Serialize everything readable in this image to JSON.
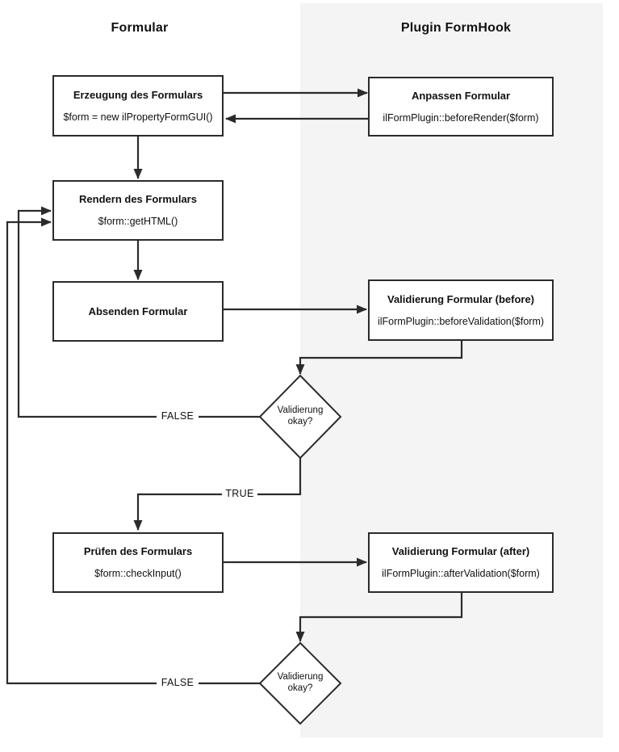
{
  "diagram": {
    "headers": {
      "left": "Formular",
      "right": "Plugin FormHook"
    },
    "colors": {
      "lane_panel": "#f4f4f4",
      "line": "#2b2b2b",
      "node_bg": "#ffffff",
      "text": "#111111"
    },
    "nodes": [
      {
        "id": "create",
        "title": "Erzeugung des Formulars",
        "code": "$form = new ilPropertyFormGUI()"
      },
      {
        "id": "adjust",
        "title": "Anpassen Formular",
        "code": "ilFormPlugin::beforeRender($form)"
      },
      {
        "id": "render",
        "title": "Rendern des Formulars",
        "code": "$form::getHTML()"
      },
      {
        "id": "submit",
        "title": "Absenden Formular",
        "code": ""
      },
      {
        "id": "validate_before",
        "title": "Validierung Formular (before)",
        "code": "ilFormPlugin::beforeValidation($form)"
      },
      {
        "id": "check",
        "title": "Prüfen des Formulars",
        "code": "$form::checkInput()"
      },
      {
        "id": "validate_after",
        "title": "Validierung Formular (after)",
        "code": "ilFormPlugin::afterValidation($form)"
      }
    ],
    "decisions": [
      {
        "id": "validation-okay-1",
        "line1": "Validierung",
        "line2": "okay?"
      },
      {
        "id": "validation-okay-2",
        "line1": "Validierung",
        "line2": "okay?"
      }
    ],
    "edge_labels": {
      "false1": "FALSE",
      "true1": "TRUE",
      "false2": "FALSE"
    }
  }
}
